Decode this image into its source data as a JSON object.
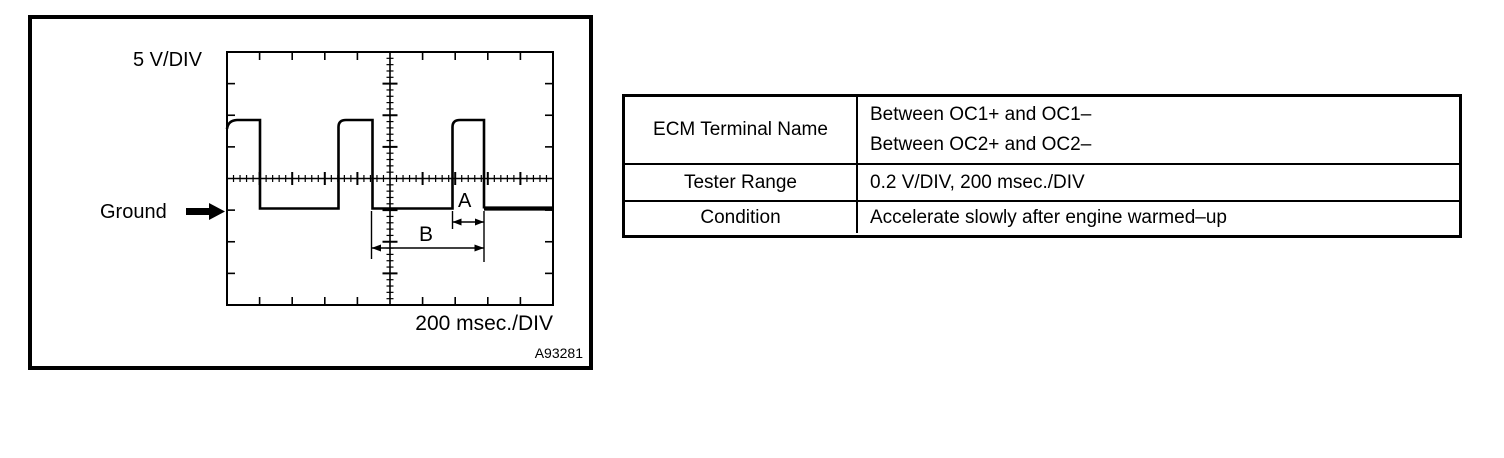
{
  "figure": {
    "volts_per_div": "5 V/DIV",
    "ground_label": "Ground",
    "marker_a": "A",
    "marker_b": "B",
    "time_per_div": "200 msec./DIV",
    "figure_id": "A93281",
    "waveform_type": "square wave with ground reference, A = pulse width, B = period"
  },
  "table": {
    "rows": [
      {
        "label": "ECM Terminal Name",
        "value_lines": [
          "Between OC1+ and OC1–",
          "Between OC2+ and OC2–"
        ]
      },
      {
        "label": "Tester Range",
        "value_lines": [
          "0.2 V/DIV, 200 msec./DIV"
        ]
      },
      {
        "label": "Condition",
        "value_lines": [
          "Accelerate slowly after engine warmed–up"
        ]
      }
    ]
  },
  "colors": {
    "ink": "#000000",
    "paper": "#ffffff"
  }
}
